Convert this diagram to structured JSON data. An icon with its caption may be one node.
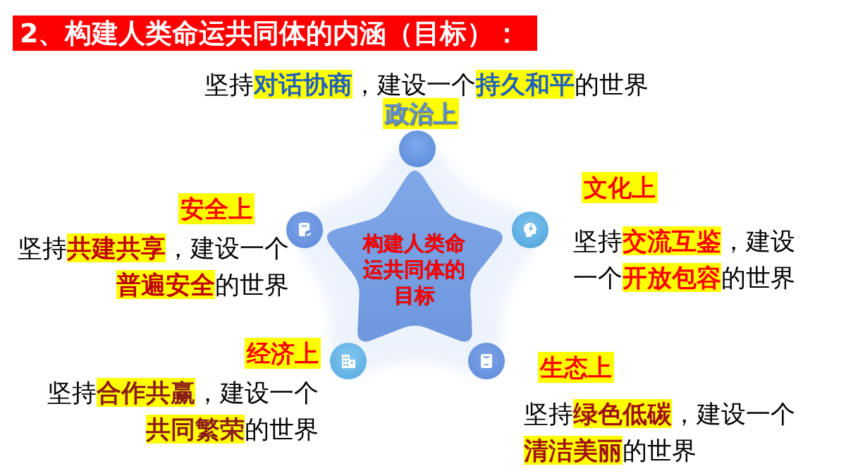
{
  "diagram": {
    "title": "2、构建人类命运共同体的内涵（目标）：",
    "nodes": [
      {
        "text": [
          "政治上"
        ],
        "beside": [
          "坚持**对话协商**，建设一个**持久和平**的世界"
        ]
      },
      {
        "text": [
          "文化上"
        ],
        "beside": [
          "坚持**交流互鉴**，建设一个**开放包容**的世界"
        ]
      },
      {
        "text": [
          "安全上"
        ],
        "beside": [
          "坚持**共建共享**，建设一个**普遍安全**的世界"
        ]
      },
      {
        "text": [
          "构建人类命运共同体的目标"
        ]
      },
      {
        "text": [
          "经济上"
        ],
        "beside": [
          "坚持**合作共赢**，建设一个**共同繁荣**的世界"
        ]
      },
      {
        "text": [
          "生态上"
        ],
        "beside": [
          "坚持**绿色低碳**，建设一个**清洁美丽**的世界"
        ]
      }
    ]
  }
}
